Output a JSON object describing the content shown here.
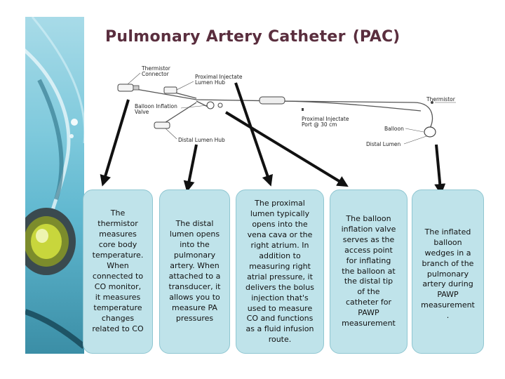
{
  "title": {
    "main": "Pulmonary Artery Catheter",
    "abbr": "(PAC)"
  },
  "diagram": {
    "labels": {
      "thermistor_connector": [
        "Thermistor",
        "Connector"
      ],
      "proximal_hub": [
        "Proximal Injectate",
        "Lumen Hub"
      ],
      "balloon_valve": [
        "Balloon Inflation",
        "Valve"
      ],
      "distal_hub": "Distal Lumen Hub",
      "thermistor": "Thermistor",
      "proximal_port": [
        "Proximal  Injectate",
        "Port @ 30 cm"
      ],
      "balloon": "Balloon",
      "distal_lumen": "Distal Lumen"
    }
  },
  "callouts": [
    {
      "text": "The\nthermistor\nmeasures\ncore body\ntemperature.\nWhen\nconnected to\nCO monitor,\nit measures\ntemperature\nchanges\nrelated to CO"
    },
    {
      "text": "The distal\nlumen opens\ninto the\npulmonary\nartery. When\nattached to a\ntransducer, it\nallows you to\nmeasure PA\npressures"
    },
    {
      "text": "The proximal\nlumen typically\nopens into the\nvena cava or the\nright atrium. In\naddition to\nmeasuring right\natrial pressure, it\ndelivers the bolus\ninjection that's\nused to measure\nCO and functions\nas a fluid infusion\nroute."
    },
    {
      "text": "The balloon\ninflation valve\nserves as the\naccess point\nfor inflating\nthe balloon at\nthe distal tip\nof the\ncatheter for\nPAWP\nmeasurement"
    },
    {
      "text": "The inflated\nballoon\nwedges in a\nbranch of the\npulmonary\nartery during\nPAWP\nmeasurement\n."
    }
  ],
  "colors": {
    "title": "#5a2e3e",
    "callout_fill": "#bfe3ea",
    "callout_border": "#8fc6d1",
    "arrow": "#111111"
  },
  "icons": [
    "stethoscope-illustration",
    "arrow-down-icon"
  ]
}
